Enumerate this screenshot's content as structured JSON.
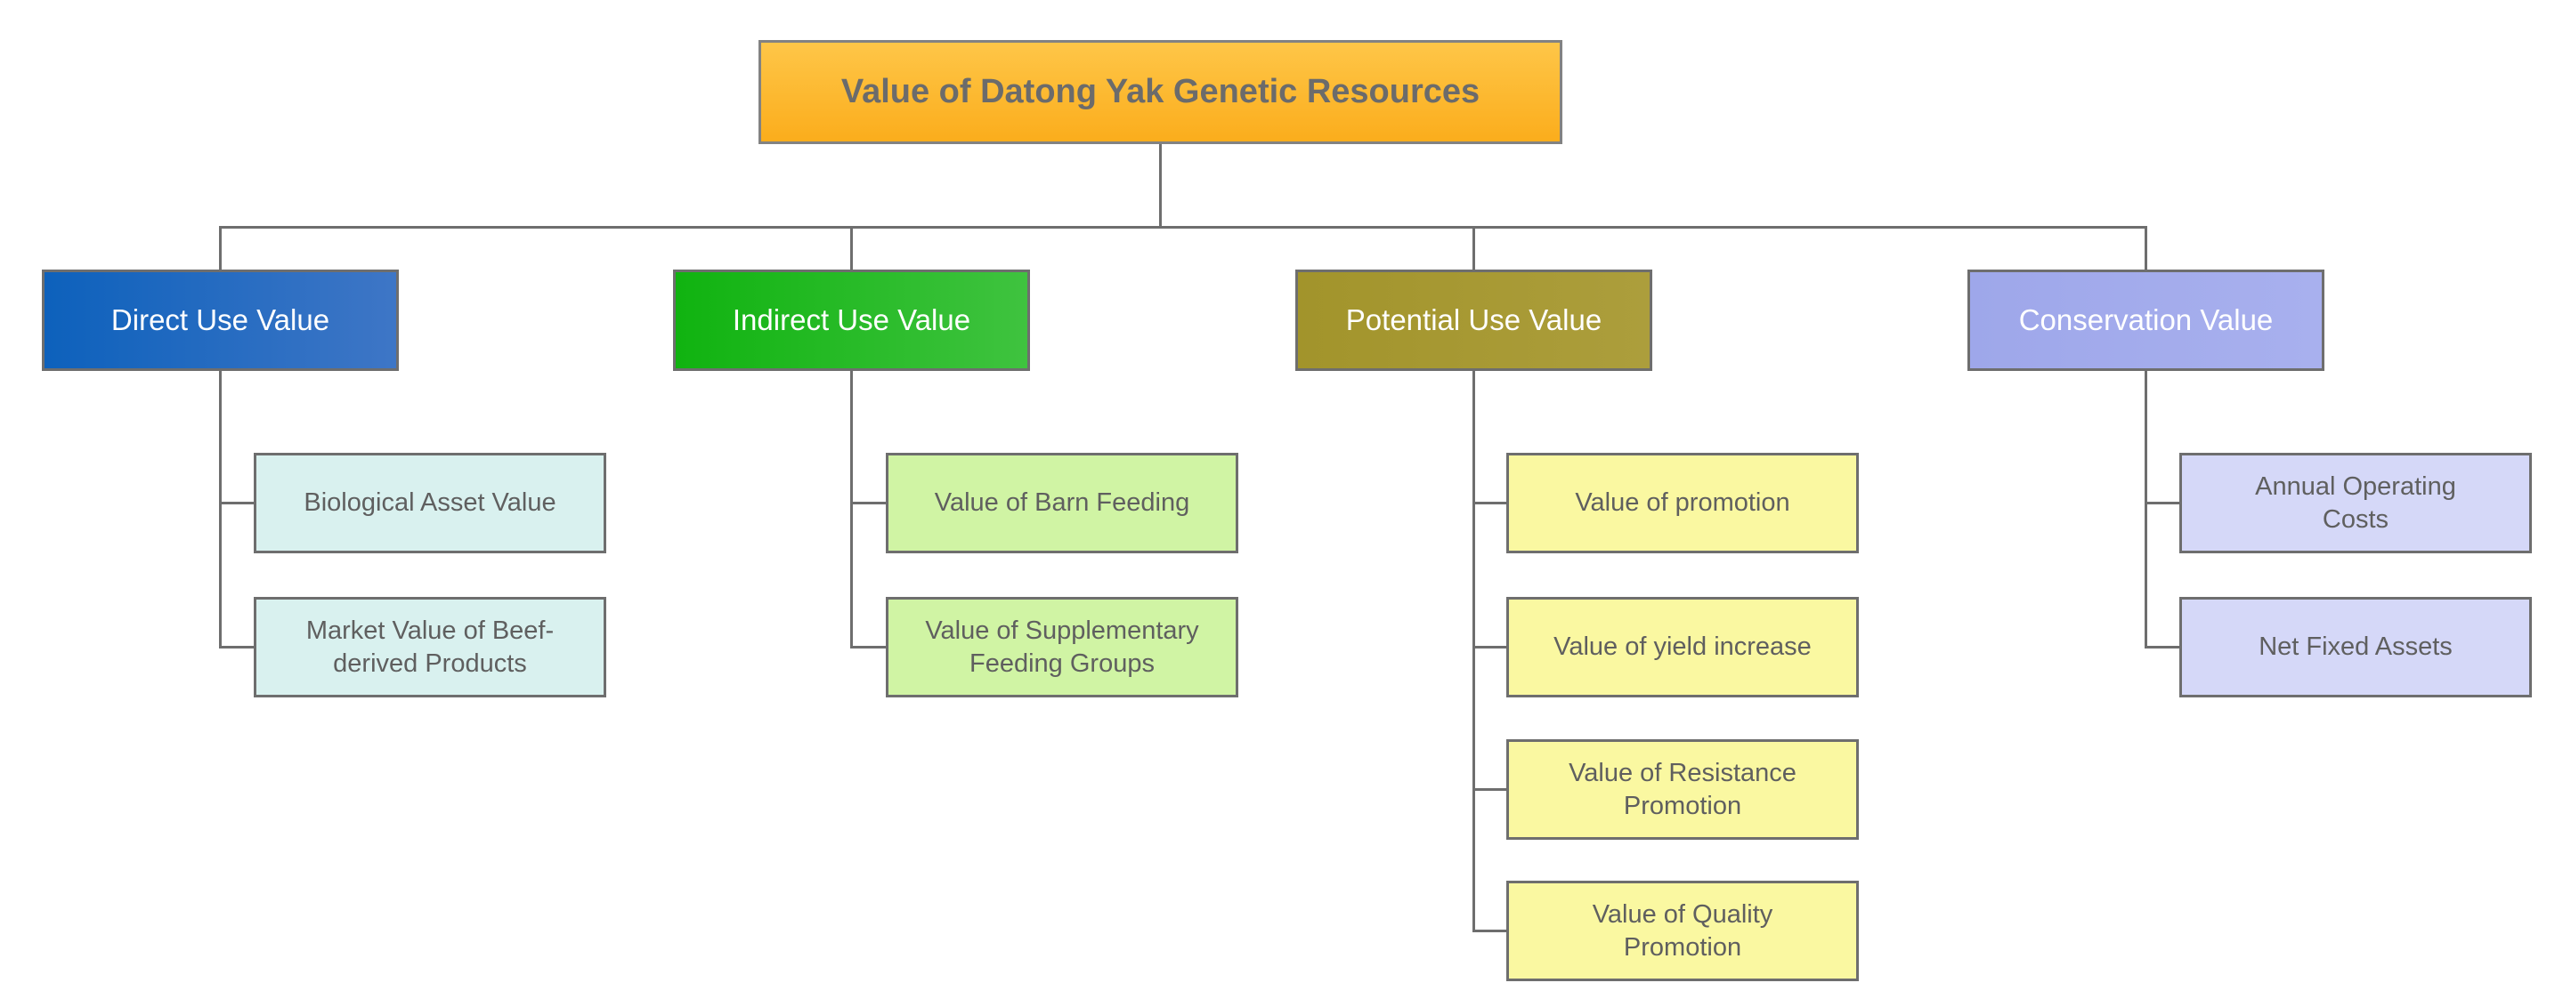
{
  "diagram": {
    "type": "org-chart-tree",
    "line_color": "#6E6E6E",
    "root": {
      "label": "Value of Datong Yak Genetic Resources",
      "fill_top": "#FEC648",
      "fill_bottom": "#FBAD1C",
      "text_color": "#6B6B6B"
    },
    "branches": [
      {
        "label": "Direct Use Value",
        "fill_left": "#0D61BC",
        "fill_right": "#3E76C6",
        "text_color": "#FFFFFF",
        "child_fill": "#D9F1EF",
        "children": [
          {
            "label": "Biological Asset Value"
          },
          {
            "label": "Market Value of Beef-\nderived Products"
          }
        ]
      },
      {
        "label": "Indirect Use Value",
        "fill_left": "#10B310",
        "fill_right": "#3FC33F",
        "text_color": "#FFFFFF",
        "child_fill": "#D0F4A4",
        "children": [
          {
            "label": "Value of Barn Feeding"
          },
          {
            "label": "Value of Supplementary\nFeeding Groups"
          }
        ]
      },
      {
        "label": "Potential Use Value",
        "fill_left": "#A2942B",
        "fill_right": "#AC9E3C",
        "text_color": "#FFFFFF",
        "child_fill": "#FAF8A1",
        "children": [
          {
            "label": "Value of promotion"
          },
          {
            "label": "Value of yield increase"
          },
          {
            "label": "Value of Resistance\nPromotion"
          },
          {
            "label": "Value of Quality\nPromotion"
          }
        ]
      },
      {
        "label": "Conservation Value",
        "fill_left": "#9EA7EA",
        "fill_right": "#A8B0EE",
        "text_color": "#FFFFFF",
        "child_fill": "#D5D8F8",
        "children": [
          {
            "label": "Annual Operating\nCosts"
          },
          {
            "label": "Net Fixed Assets"
          }
        ]
      }
    ]
  }
}
